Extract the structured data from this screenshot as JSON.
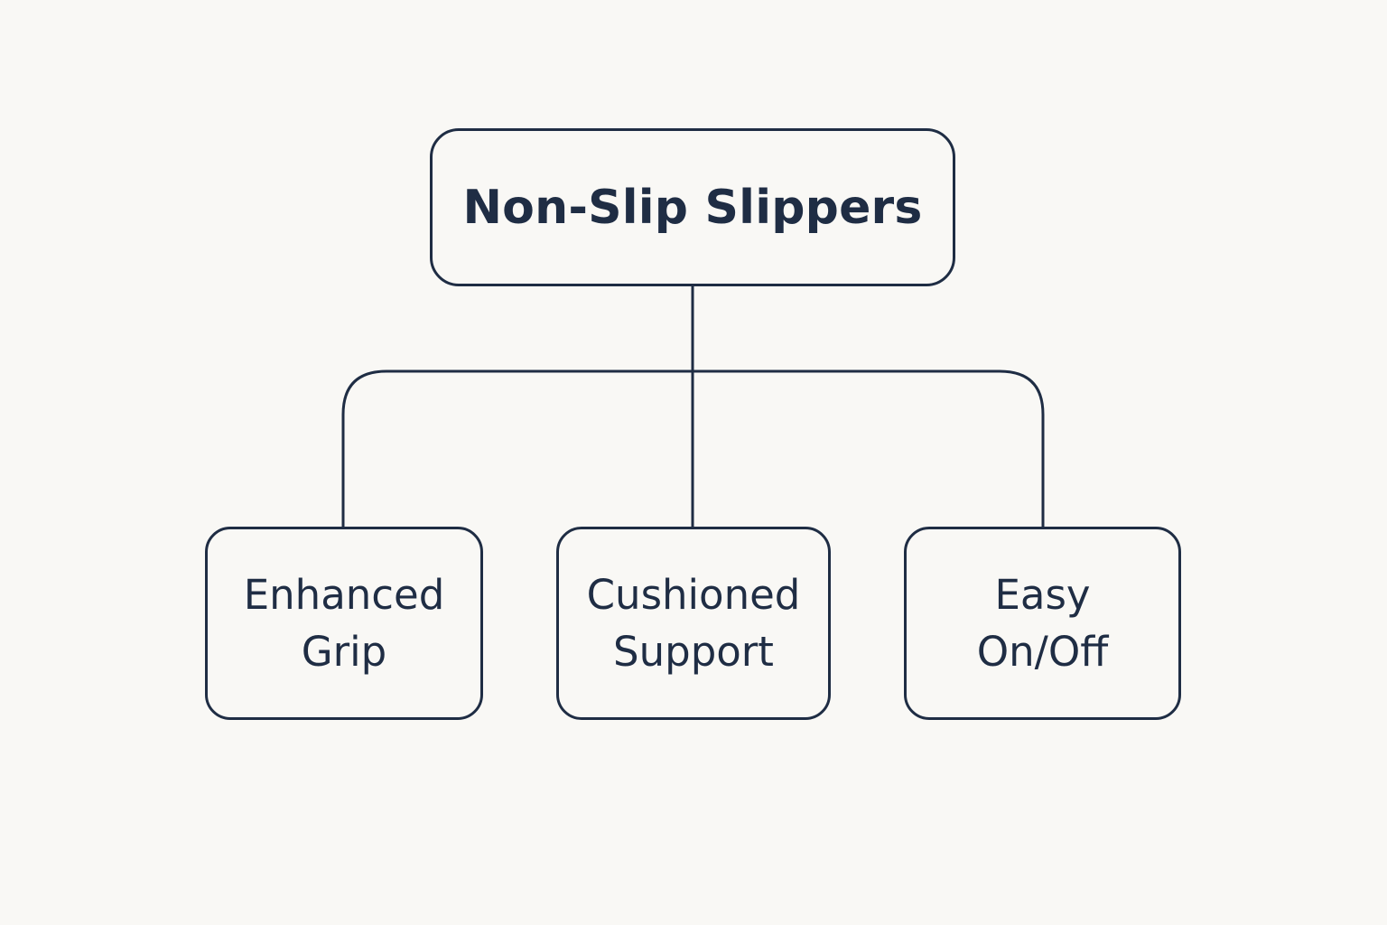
{
  "diagram": {
    "root": {
      "label": "Non-Slip Slippers"
    },
    "children": [
      {
        "line1": "Enhanced",
        "line2": "Grip"
      },
      {
        "line1": "Cushioned",
        "line2": "Support"
      },
      {
        "line1": "Easy",
        "line2": "On/Off"
      }
    ]
  },
  "colors": {
    "background": "#f9f8f5",
    "stroke": "#1f2d44",
    "text": "#1f2d44"
  }
}
